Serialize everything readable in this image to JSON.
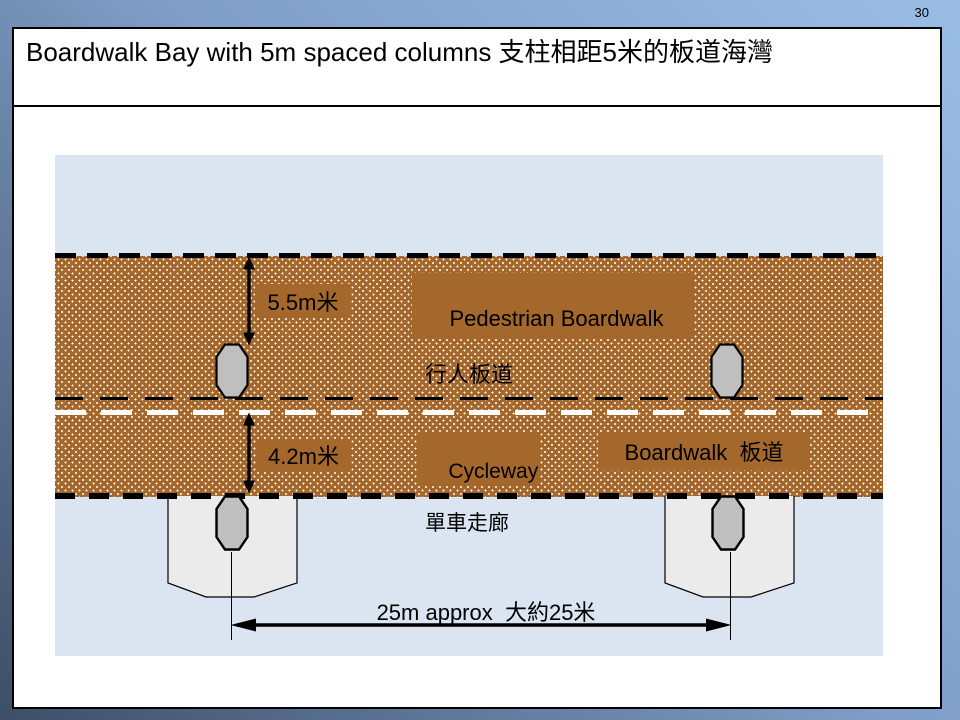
{
  "slide": {
    "page_number": "30",
    "title": "Boardwalk Bay with 5m spaced columns 支柱相距5米的板道海灣"
  },
  "diagram": {
    "pedestrian_label": {
      "line1": "Pedestrian Boardwalk",
      "line2": "行人板道"
    },
    "cycleway_label": {
      "line1": "Cycleway",
      "line2": "單車走廊"
    },
    "boardwalk_label": "Boardwalk  板道",
    "upper_width_label": "5.5m米",
    "lower_width_label": "4.2m米",
    "span_label": "25m approx  大約25米"
  },
  "colors": {
    "boardwalk-brown": "#a4682c",
    "water-blue": "#dbe5f1",
    "column-gray": "#bfbfbf",
    "pier-gray": "#ebebeb",
    "slide-gradient-light": "#9abde6",
    "slide-gradient-dark": "#3d4f68"
  }
}
